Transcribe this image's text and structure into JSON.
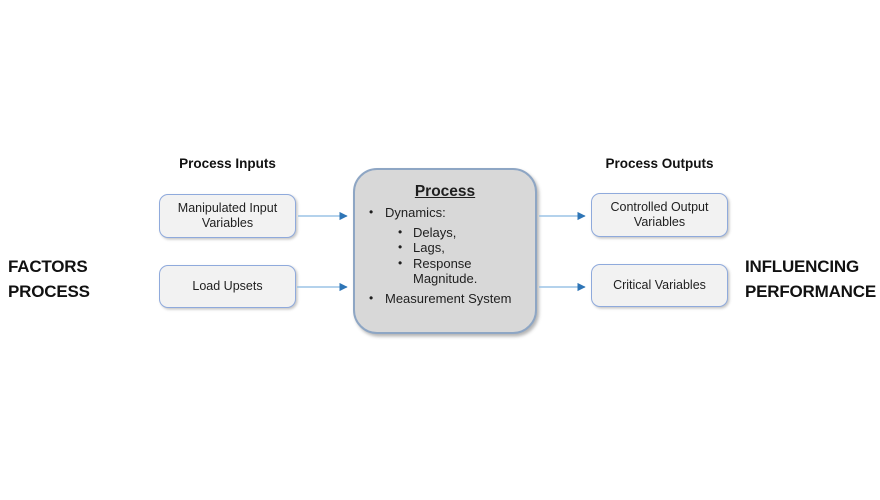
{
  "left_label": {
    "line1": "FACTORS",
    "line2": "PROCESS"
  },
  "right_label": {
    "line1": "INFLUENCING",
    "line2": "PERFORMANCE"
  },
  "inputs": {
    "header": "Process Inputs",
    "boxes": [
      {
        "label": "Manipulated Input Variables"
      },
      {
        "label": "Load Upsets"
      }
    ]
  },
  "outputs": {
    "header": "Process Outputs",
    "boxes": [
      {
        "label": "Controlled Output Variables"
      },
      {
        "label": "Critical Variables"
      }
    ]
  },
  "process_box": {
    "title": "Process",
    "items": [
      {
        "level": 1,
        "text": "Dynamics:"
      },
      {
        "level": 2,
        "text": "Delays,"
      },
      {
        "level": 2,
        "text": "Lags,"
      },
      {
        "level": 2,
        "text": "Response Magnitude."
      },
      {
        "level": 1,
        "text": "Measurement System"
      }
    ]
  },
  "colors": {
    "small_box_border": "#8faadc",
    "small_box_fill": "#f2f2f2",
    "process_box_fill": "#d8d8d8",
    "process_box_border": "#8ea6c4",
    "arrow_line": "#9cc3e6",
    "arrow_head": "#2e75b6",
    "text": "#1f1f1f"
  }
}
